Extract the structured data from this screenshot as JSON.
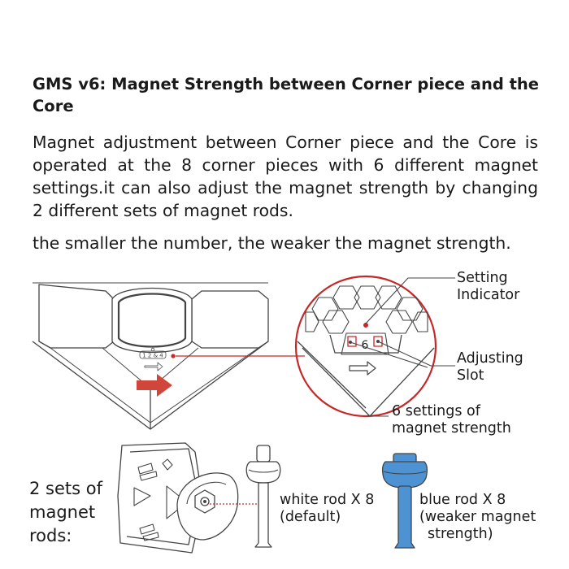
{
  "title": "GMS v6:  Magnet Strength between Corner piece and the Core",
  "description": "Magnet adjustment between Corner piece and the Core is operated at the 8 corner pieces with 6 different magnet settings.it can also adjust the magnet strength by changing 2 different sets of magnet rods.",
  "note": "the smaller the number, the weaker the magnet strength.",
  "callouts": {
    "setting_indicator_1": "Setting",
    "setting_indicator_2": "Indicator",
    "adjusting_slot_1": "Adjusting",
    "adjusting_slot_2": "Slot",
    "settings_1": "6 settings of",
    "settings_2": "magnet strength"
  },
  "rods": {
    "heading_1": "2 sets of",
    "heading_2": "magnet",
    "heading_3": "rods:",
    "white_1": "white rod X 8",
    "white_2": "(default)",
    "blue_1": "blue rod X 8",
    "blue_2": "(weaker magnet",
    "blue_3": "strength)"
  },
  "dial_number": "6",
  "colors": {
    "accent_red": "#c62828",
    "blue_rod": "#4d93d3",
    "line_gray": "#444444"
  }
}
